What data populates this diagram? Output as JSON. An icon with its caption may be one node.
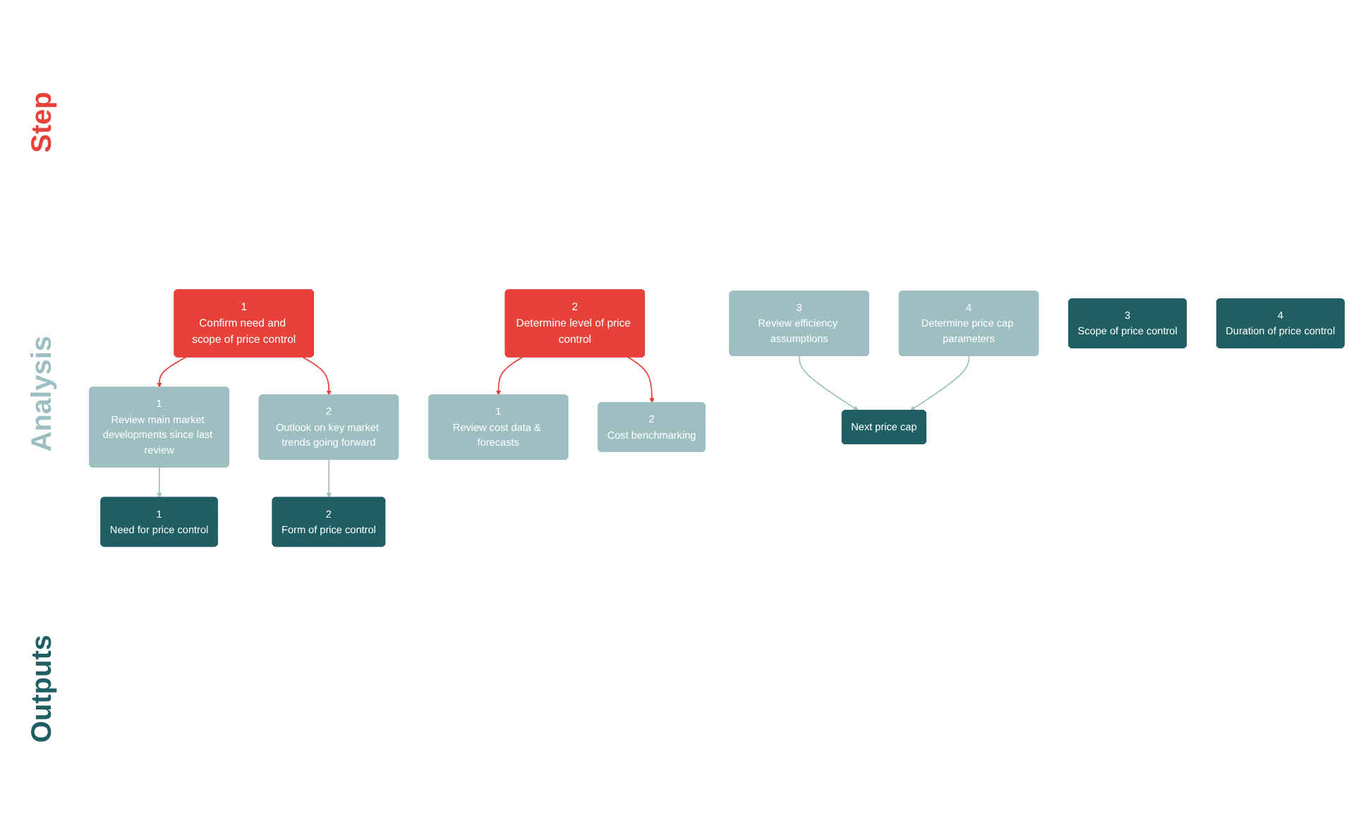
{
  "diagram": {
    "nodes": [
      {
        "text": [
          "1",
          "Confirm need and scope of price control"
        ]
      },
      {
        "text": [
          "2",
          "Determine level of price control"
        ]
      },
      {
        "text": [
          "1",
          "Review main market developments since last review"
        ]
      },
      {
        "text": [
          "2",
          "Outlook on key market trends going forward"
        ]
      },
      {
        "text": [
          "1",
          "Review cost data & forecasts"
        ]
      },
      {
        "text": [
          "2",
          "Cost benchmarking"
        ]
      },
      {
        "text": [
          "3",
          "Review efficiency assumptions"
        ]
      },
      {
        "text": [
          "4",
          "Determine price cap parameters"
        ]
      },
      {
        "text": [
          "1",
          "Need for price control"
        ]
      },
      {
        "text": [
          "2",
          "Form of price control"
        ]
      },
      {
        "text": [
          "3",
          "Scope of price control"
        ]
      },
      {
        "text": [
          "4",
          "Duration of price control"
        ]
      },
      {
        "text": [
          "Next price cap"
        ]
      }
    ],
    "edges": [
      {
        "from": 0,
        "to": 2,
        "arrow": "to",
        "color": "#e8413a"
      },
      {
        "from": 0,
        "to": 3,
        "arrow": "to",
        "color": "#e8413a"
      },
      {
        "from": 1,
        "to": 4,
        "arrow": "to",
        "color": "#e8413a"
      },
      {
        "from": 1,
        "to": 5,
        "arrow": "to",
        "color": "#e8413a"
      },
      {
        "from": 2,
        "to": 8,
        "arrow": "to",
        "color": "#9dbfc1"
      },
      {
        "from": 3,
        "to": 9,
        "arrow": "to",
        "color": "#9dbfc1"
      },
      {
        "from": 6,
        "to": 12,
        "arrow": "to",
        "color": "#9dbfc1"
      },
      {
        "from": 7,
        "to": 12,
        "arrow": "to",
        "color": "#9dbfc1"
      }
    ],
    "labels": [
      "Step",
      "Analysis",
      "Outputs"
    ]
  }
}
